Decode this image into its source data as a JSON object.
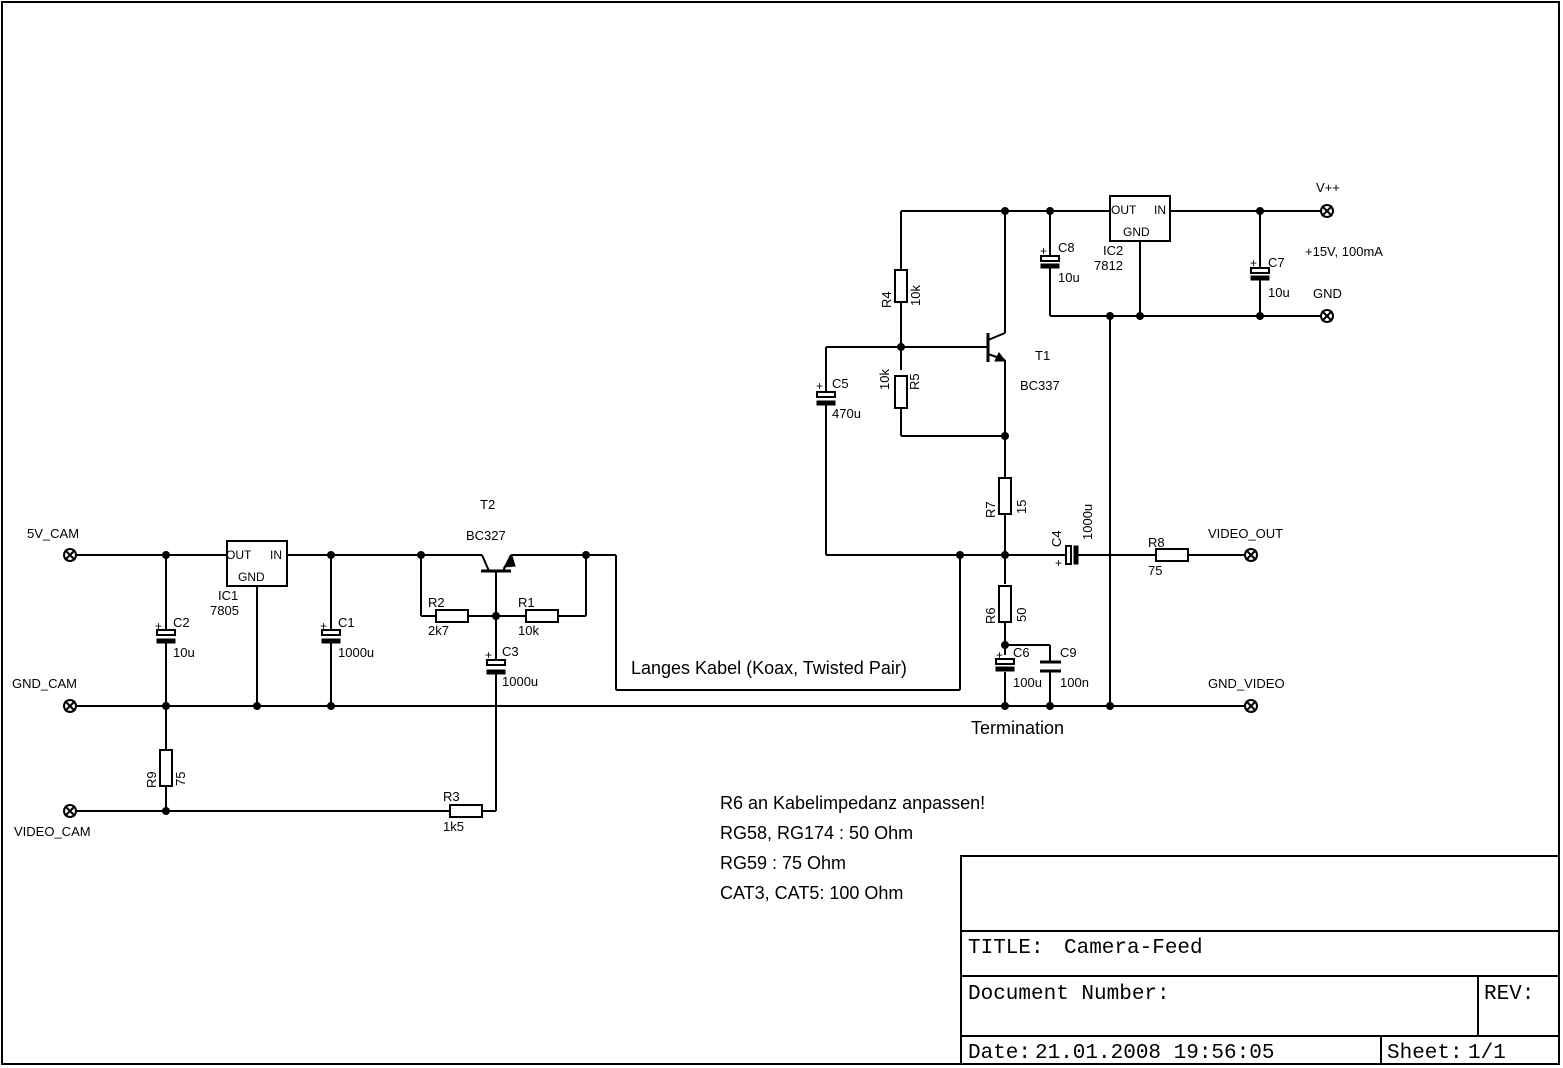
{
  "connectors": {
    "v_pos": "V++",
    "gnd": "GND",
    "video_out": "VIDEO_OUT",
    "gnd_video": "GND_VIDEO",
    "cam_5v": "5V_CAM",
    "gnd_cam": "GND_CAM",
    "video_cam": "VIDEO_CAM",
    "supply_note": "+15V, 100mA"
  },
  "ic2": {
    "name": "IC2",
    "value": "7812",
    "out": "OUT",
    "in": "IN",
    "gnd": "GND"
  },
  "ic1": {
    "name": "IC1",
    "value": "7805",
    "out": "OUT",
    "in": "IN",
    "gnd": "GND"
  },
  "t1": {
    "name": "T1",
    "value": "BC337"
  },
  "t2": {
    "name": "T2",
    "value": "BC327"
  },
  "caps": {
    "c1": {
      "name": "C1",
      "value": "1000u"
    },
    "c2": {
      "name": "C2",
      "value": "10u"
    },
    "c3": {
      "name": "C3",
      "value": "1000u"
    },
    "c4": {
      "name": "C4",
      "value": "1000u"
    },
    "c5": {
      "name": "C5",
      "value": "470u"
    },
    "c6": {
      "name": "C6",
      "value": "100u"
    },
    "c7": {
      "name": "C7",
      "value": "10u"
    },
    "c8": {
      "name": "C8",
      "value": "10u"
    },
    "c9": {
      "name": "C9",
      "value": "100n"
    }
  },
  "res": {
    "r1": {
      "name": "R1",
      "value": "10k"
    },
    "r2": {
      "name": "R2",
      "value": "2k7"
    },
    "r3": {
      "name": "R3",
      "value": "1k5"
    },
    "r4": {
      "name": "R4",
      "value": "10k"
    },
    "r5": {
      "name": "R5",
      "value": "10k"
    },
    "r6": {
      "name": "R6",
      "value": "50"
    },
    "r7": {
      "name": "R7",
      "value": "15"
    },
    "r8": {
      "name": "R8",
      "value": "75"
    },
    "r9": {
      "name": "R9",
      "value": "75"
    }
  },
  "plus": "+",
  "labels": {
    "cable": "Langes Kabel (Koax, Twisted Pair)",
    "termination": "Termination"
  },
  "notes": [
    "R6 an Kabelimpedanz anpassen!",
    "RG58, RG174 : 50 Ohm",
    "RG59 : 75 Ohm",
    "CAT3, CAT5: 100 Ohm"
  ],
  "titleblock": {
    "title_label": "TITLE:",
    "title": "Camera-Feed",
    "docnum_label": "Document Number:",
    "rev_label": "REV:",
    "date_label": "Date:",
    "date": "21.01.2008 19:56:05",
    "sheet_label": "Sheet:",
    "sheet": "1/1"
  }
}
